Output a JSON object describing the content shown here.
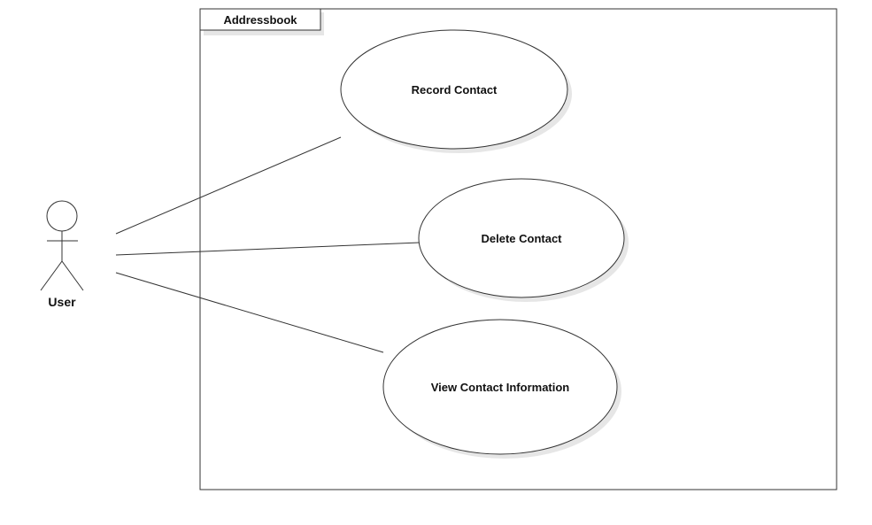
{
  "system": {
    "name": "Addressbook"
  },
  "actor": {
    "name": "User"
  },
  "use_cases": [
    {
      "label": "Record Contact"
    },
    {
      "label": "Delete Contact"
    },
    {
      "label": "View Contact Information"
    }
  ],
  "colors": {
    "stroke": "#333333",
    "shadow": "#e6e6e6",
    "fill": "#ffffff",
    "text": "#111111"
  }
}
